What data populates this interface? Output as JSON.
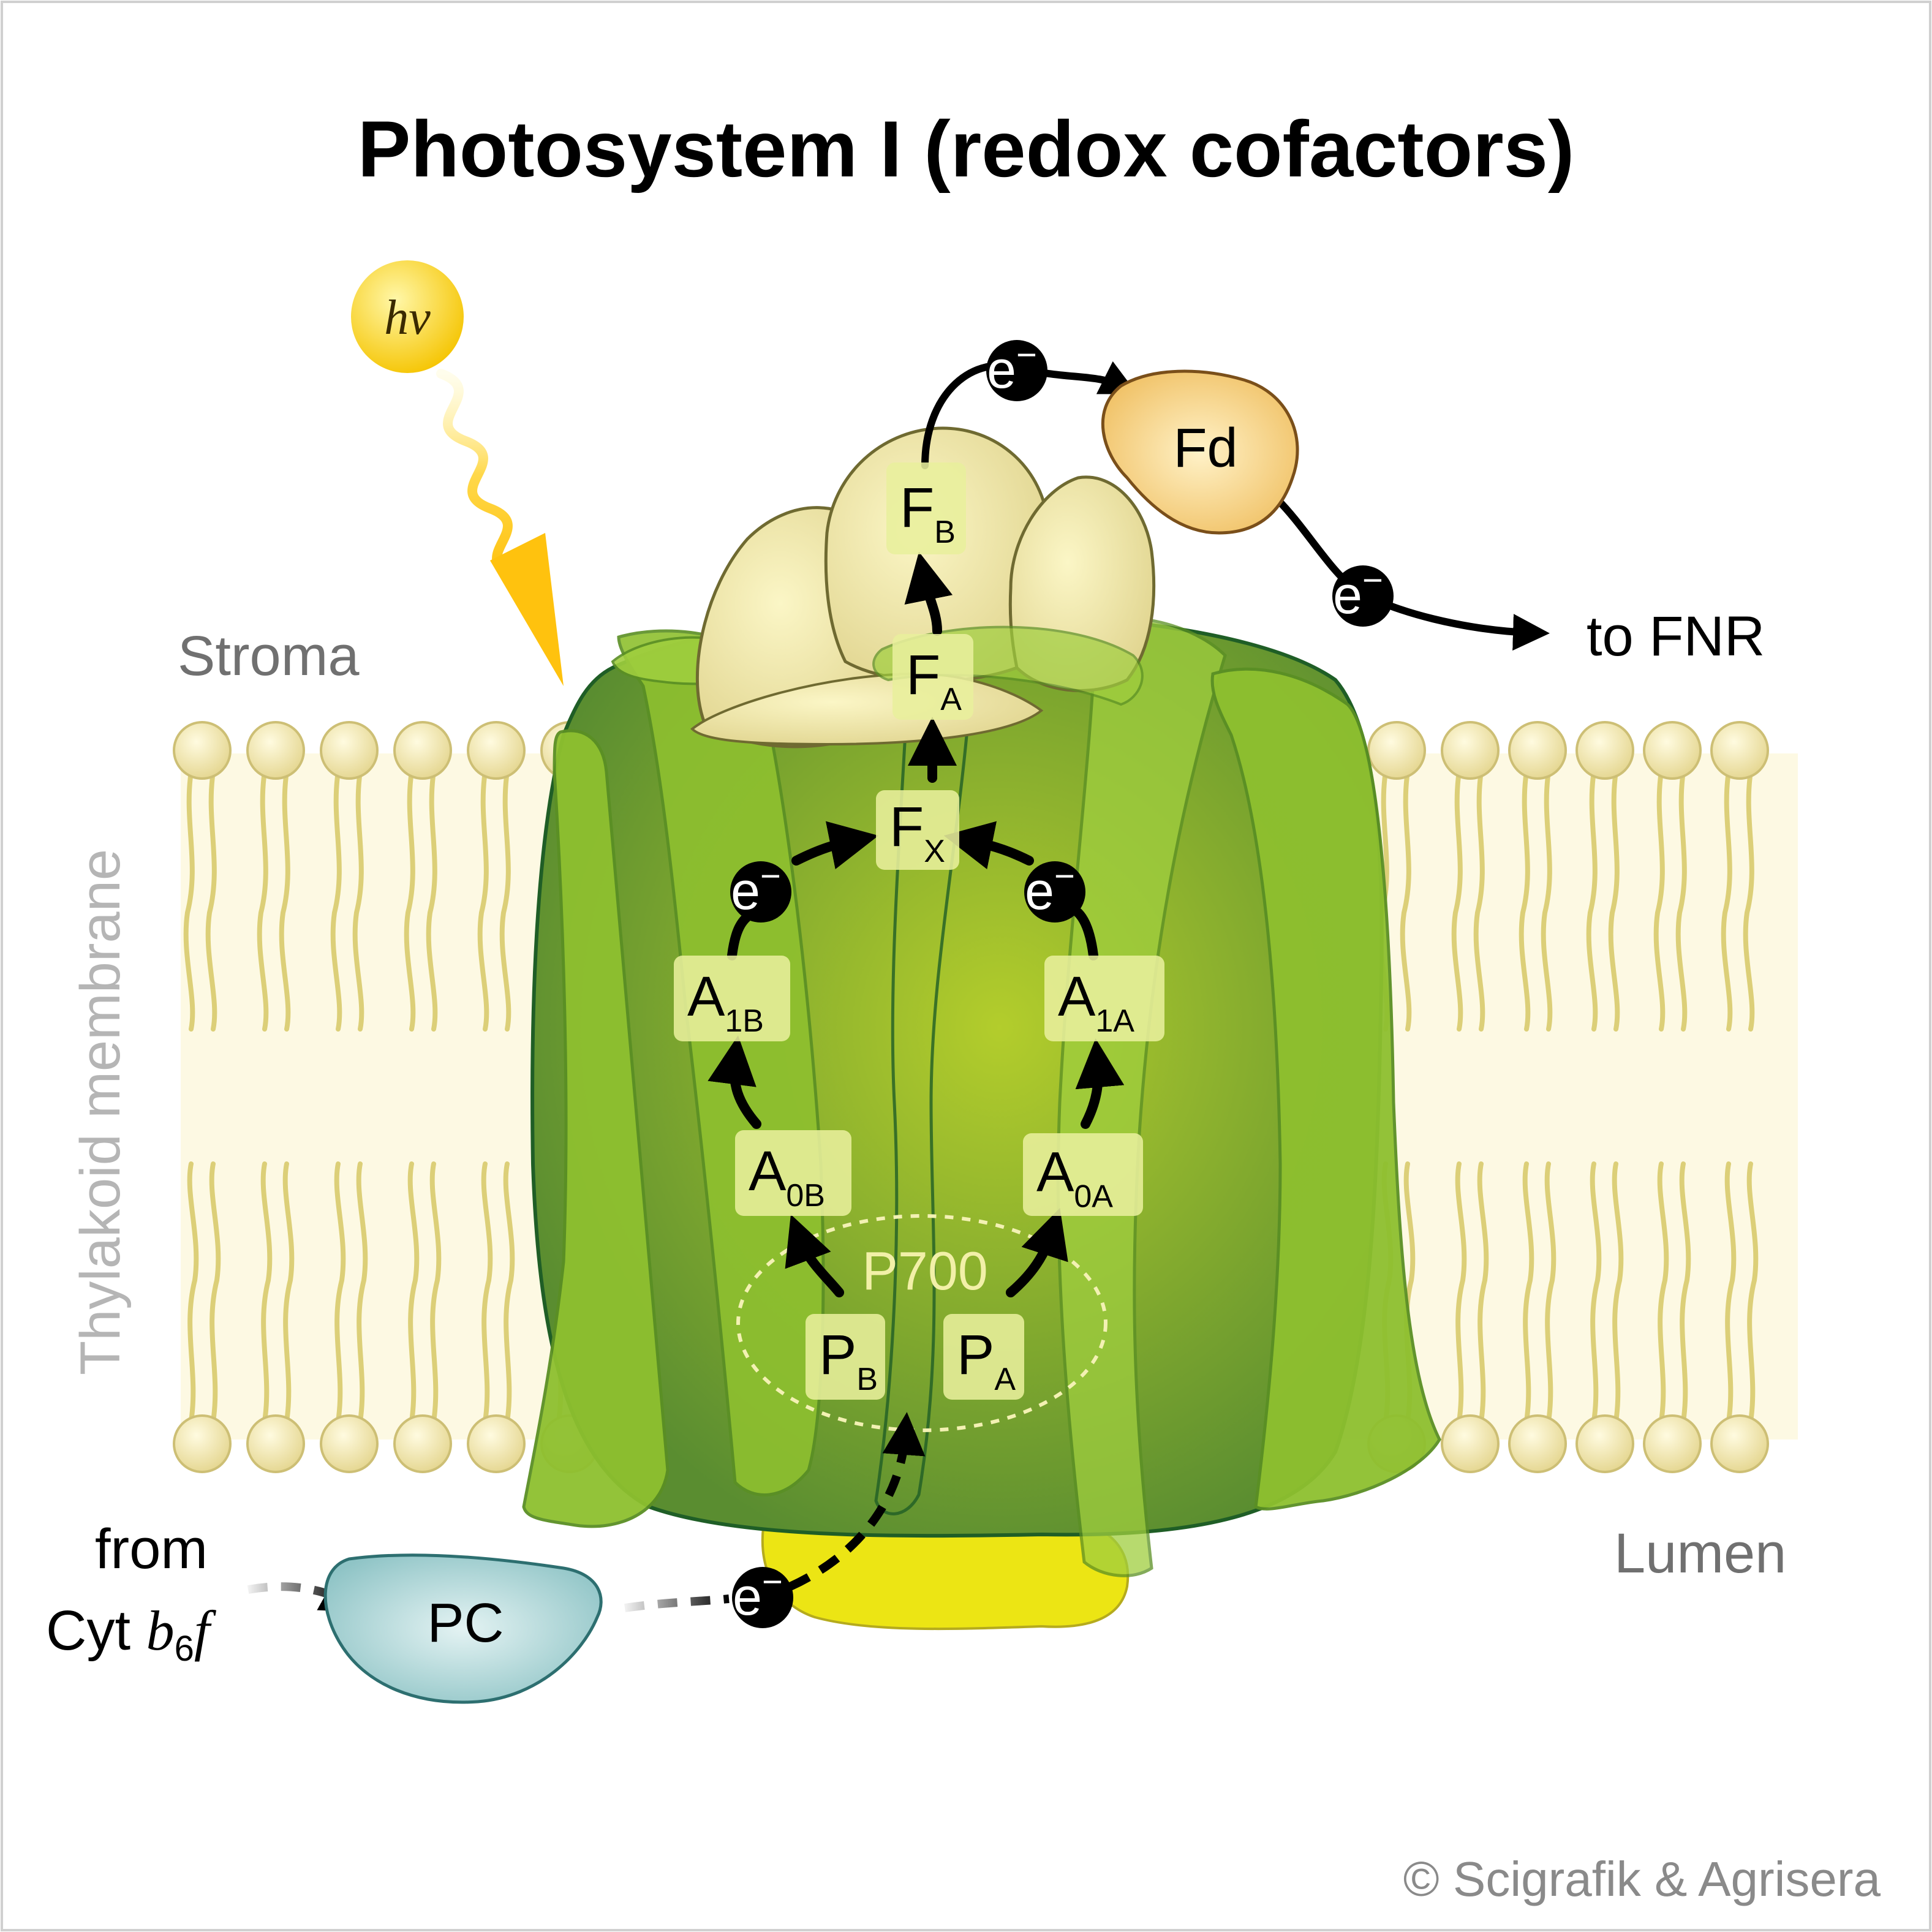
{
  "title": "Photosystem I (redox cofactors)",
  "light": {
    "h": "h",
    "nu": "ν"
  },
  "regions": {
    "stroma": "Stroma",
    "lumen": "Lumen",
    "membrane": "Thylakoid membrane"
  },
  "cofactors": {
    "FB": {
      "main": "F",
      "sub": "B"
    },
    "FA": {
      "main": "F",
      "sub": "A"
    },
    "FX": {
      "main": "F",
      "sub": "X"
    },
    "A1B": {
      "main": "A",
      "sub": "1B"
    },
    "A1A": {
      "main": "A",
      "sub": "1A"
    },
    "A0B": {
      "main": "A",
      "sub": "0B"
    },
    "A0A": {
      "main": "A",
      "sub": "0A"
    },
    "PB": {
      "main": "P",
      "sub": "B"
    },
    "PA": {
      "main": "P",
      "sub": "A"
    },
    "P700": "P700"
  },
  "proteins": {
    "fd": "Fd",
    "pc": "PC"
  },
  "electron": {
    "e": "e",
    "minus": "−"
  },
  "labels": {
    "to_fnr": "to FNR",
    "from": "from",
    "cyt": "Cyt ",
    "b": "b",
    "six": "6",
    "f": "f"
  },
  "credit": "© Scigrafik & Agrisera",
  "colors": {
    "protein_dark": "#5f9632",
    "protein_light": "#95c737",
    "lipid": "#f2e9a6",
    "label_box": "#e6ee9a",
    "pc": "#a9d2d2",
    "fd": "#f6cf75",
    "lumen_yellow": "#e8e413",
    "photon": "#ffc20e"
  }
}
